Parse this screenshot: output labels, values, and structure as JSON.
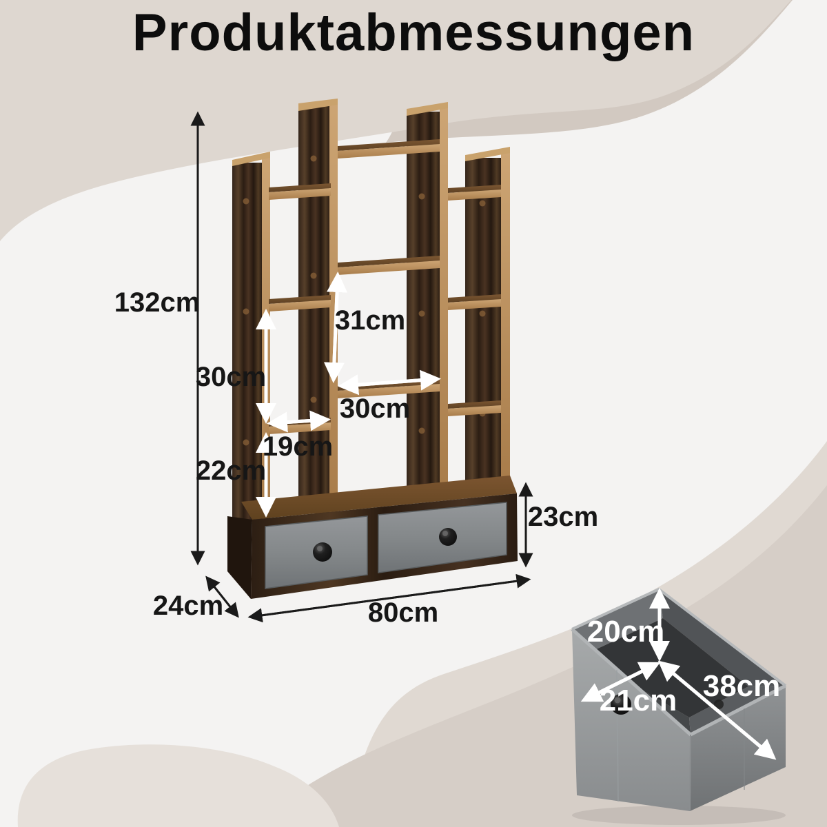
{
  "title": "Produktabmessungen",
  "colors": {
    "background": "#f4f3f2",
    "blob_top": "#ded7d0",
    "blob_top_accent": "#d2c9c1",
    "blob_bottom_right": "#d6cec7",
    "blob_bottom_right_light": "#e0d9d2",
    "blob_bottom_left": "#e6e0da",
    "wood_dark": "#2e2014",
    "wood_edge_tan": "#c09a66",
    "drawer_gray": "#85888a",
    "box_gray": "#9aa0a1",
    "label_black": "#161616",
    "label_white": "#ffffff"
  },
  "shelf": {
    "dimensions": {
      "height": "132cm",
      "width": "80cm",
      "depth": "24cm",
      "drawer_height": "23cm",
      "compartment_left_height": "30cm",
      "compartment_middle_height": "31cm",
      "compartment_middle_width": "30cm",
      "compartment_left_width": "19cm",
      "compartment_bottom_height": "22cm"
    }
  },
  "storage_box": {
    "dimensions": {
      "height": "20cm",
      "width": "21cm",
      "depth": "38cm"
    }
  }
}
